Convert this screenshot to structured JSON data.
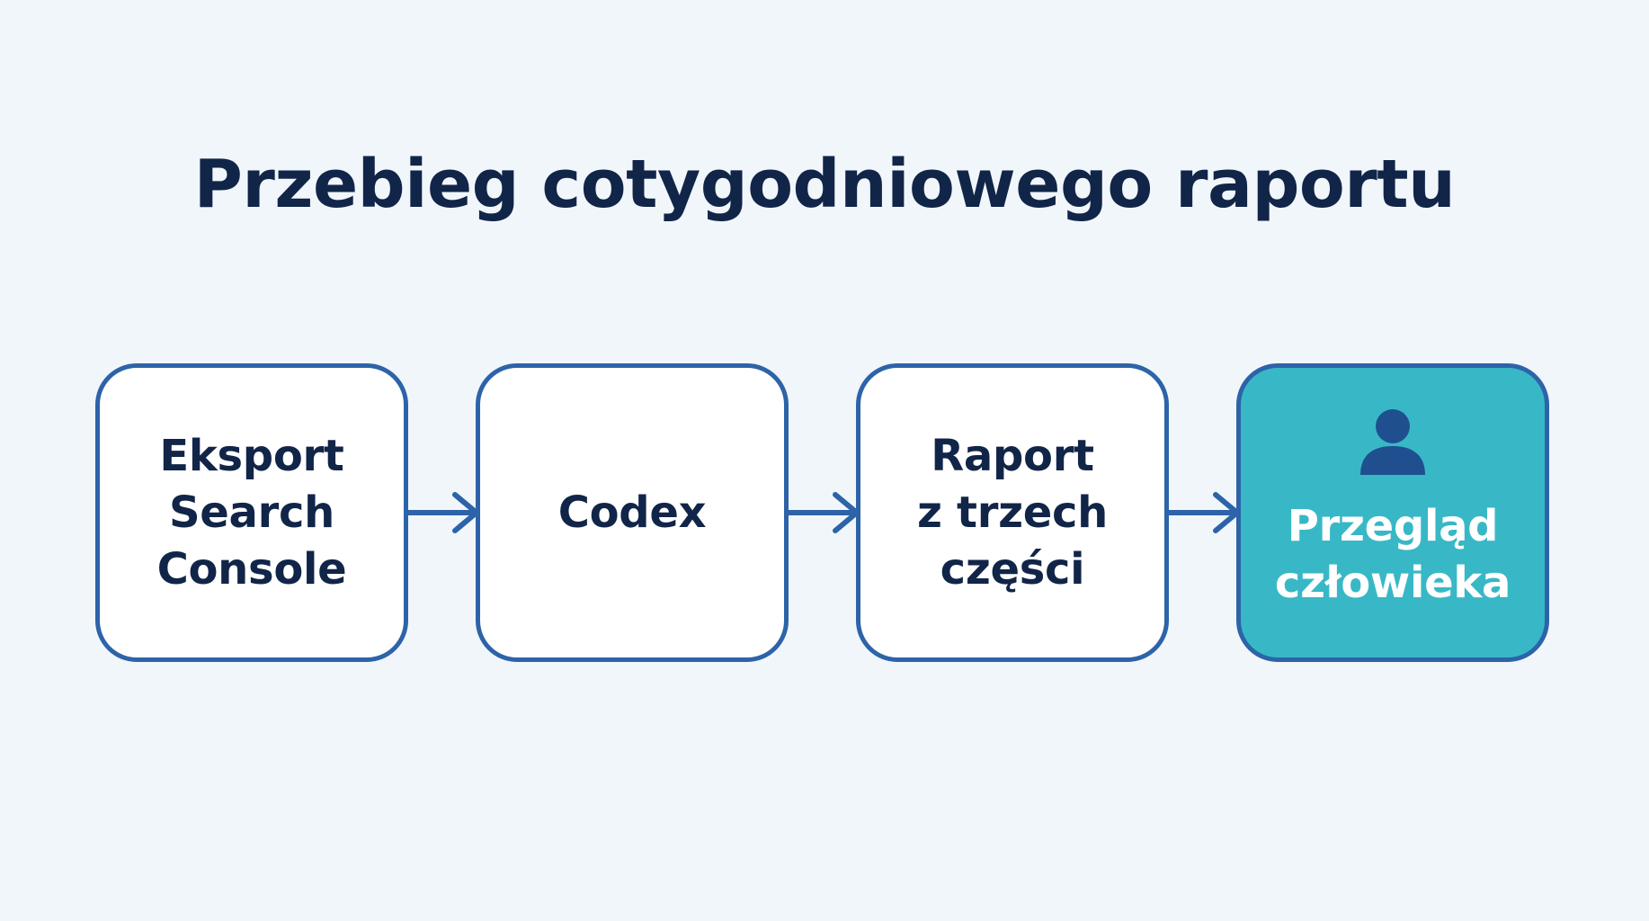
{
  "title": "Przebieg cotygodniowego raportu",
  "colors": {
    "background": "#f1f6fb",
    "title_text": "#112548",
    "box_border": "#2d63a8",
    "box_fill": "#ffffff",
    "highlight_fill": "#38b8c6",
    "highlight_text": "#ffffff",
    "arrow": "#2d63a8"
  },
  "steps": [
    {
      "label": "Eksport\nSearch\nConsole",
      "highlighted": false
    },
    {
      "label": "Codex",
      "highlighted": false
    },
    {
      "label": "Raport\nz trzech\nczęści",
      "highlighted": false
    },
    {
      "label": "Przegląd\nczłowieka",
      "highlighted": true,
      "icon": "person-icon"
    }
  ]
}
